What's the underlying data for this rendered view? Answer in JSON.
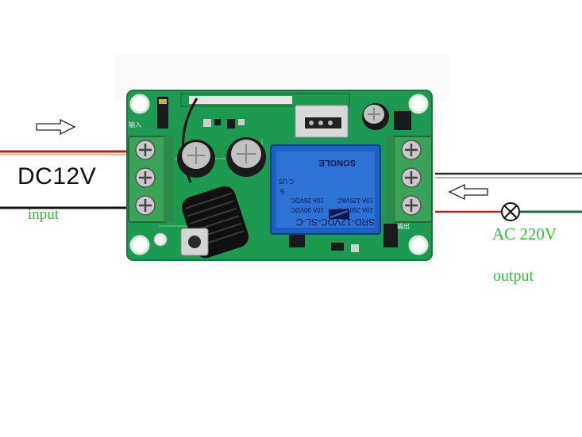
{
  "labels": {
    "supply_voltage": "DC12V",
    "input": "input",
    "mains_voltage": "AC 220V",
    "output": "output"
  },
  "board": {
    "input_marking": "输入",
    "output_marking": "输出",
    "relay_model": "SRD-12VDC-SL-C",
    "relay_ratings": [
      "10A 250VAC",
      "10A 30VDC",
      "10A 125VAC",
      "10A 28VDC"
    ],
    "relay_brand": "SONGLE",
    "relay_pins": "5",
    "cert_marks": "C US"
  },
  "colors": {
    "pcb": "#1d9a52",
    "terminal_block": "#3aa357",
    "relay_body": "#1b5fc4",
    "label_text": "#2fbf3a",
    "wire_red": "#b3221e",
    "wire_black": "#111111",
    "wire_green": "#1f6b3a"
  },
  "icons": [
    "input-arrow-icon",
    "output-arrow-icon",
    "lamp-icon"
  ]
}
